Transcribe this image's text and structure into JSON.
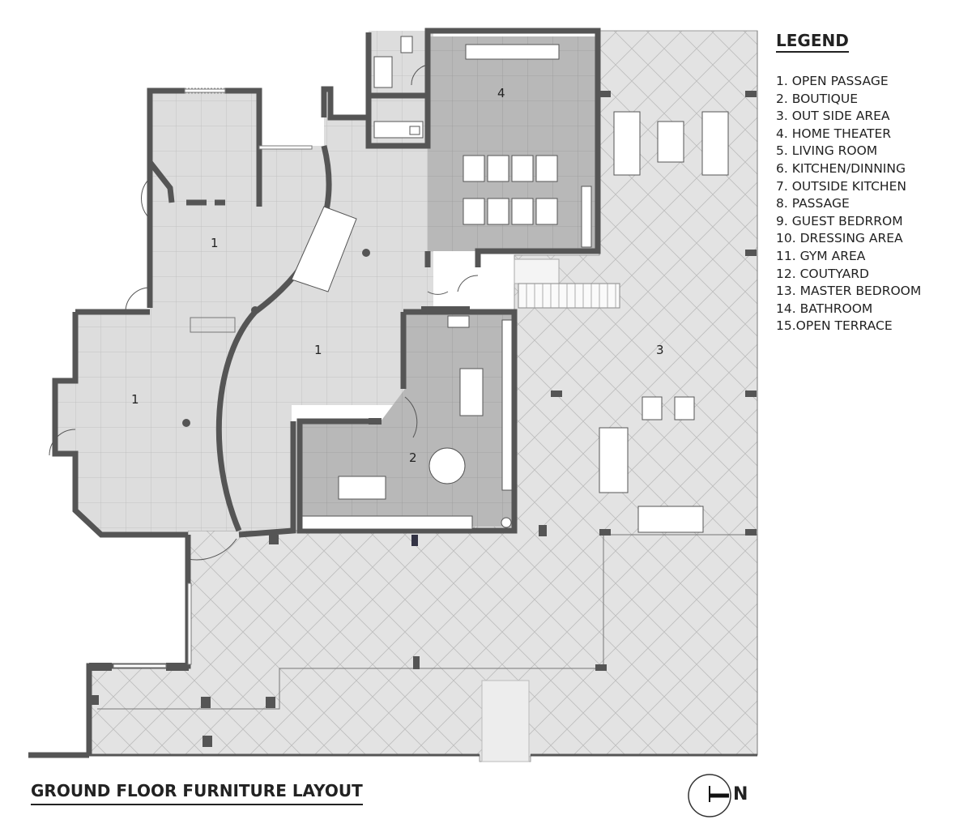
{
  "legend": {
    "title": "LEGEND",
    "items": [
      "1. OPEN PASSAGE",
      "2. BOUTIQUE",
      "3. OUT SIDE AREA",
      "4. HOME THEATER",
      "5. LIVING ROOM",
      "6. KITCHEN/DINNING",
      "7. OUTSIDE KITCHEN",
      "8. PASSAGE",
      "9. GUEST BEDRROM",
      "10. DRESSING AREA",
      "11. GYM AREA",
      "12. COUTYARD",
      "13. MASTER BEDROOM",
      "14. BATHROOM",
      "15.OPEN TERRACE"
    ]
  },
  "plan_title": "GROUND FLOOR FURNITURE LAYOUT",
  "rooms": {
    "passage_a": "1",
    "passage_b": "1",
    "passage_c": "1",
    "boutique": "2",
    "outside_area": "3",
    "home_theater": "4"
  },
  "north": {
    "label": "N",
    "icon": "north-arrow-icon"
  },
  "colors": {
    "wall": "#555555",
    "floor_light": "#dcdcdc",
    "floor_dark": "#b9b9b9",
    "outdoor": "#e4e4e4"
  }
}
